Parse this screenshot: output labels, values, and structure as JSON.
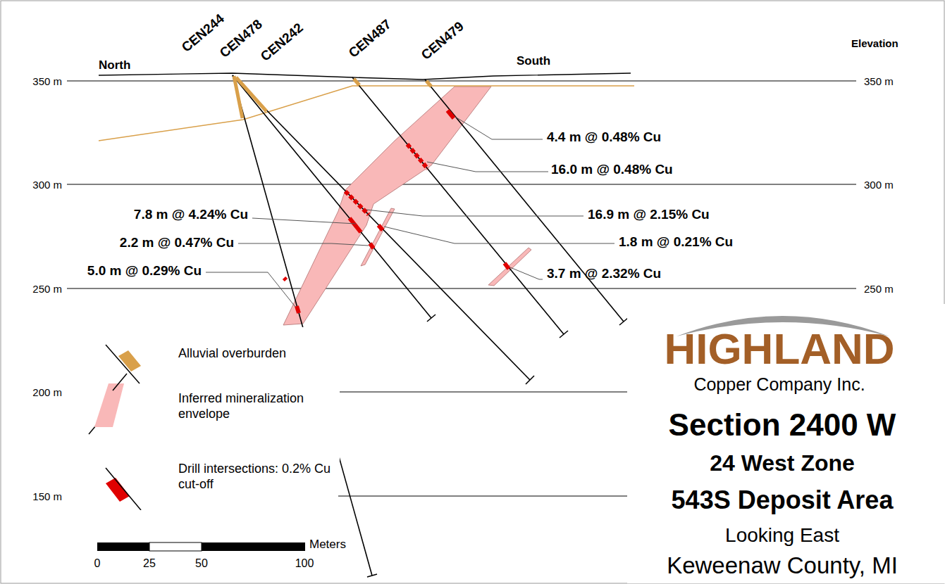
{
  "diagram": {
    "title": "Section 2400 W",
    "labels": [
      "CEN244",
      "CEN478",
      "CEN242",
      "CEN487",
      "CEN479",
      "North",
      "South",
      "Elevation",
      "350 m",
      "300 m",
      "250 m",
      "200 m",
      "150 m",
      "350 m",
      "300 m",
      "250 m",
      "4.4 m @ 0.48% Cu",
      "16.0 m @ 0.48% Cu",
      "16.9 m @ 2.15% Cu",
      "7.8 m @ 4.24% Cu",
      "1.8 m @ 0.21% Cu",
      "2.2 m @ 0.47% Cu",
      "3.7 m @ 2.32% Cu",
      "5.0 m @ 0.29% Cu",
      "Meters",
      "0",
      "25",
      "50",
      "100",
      "HIGHLAND",
      "Copper Company Inc.",
      "24 West Zone",
      "543S Deposit Area",
      "Looking East",
      "Keweenaw County, MI"
    ],
    "legend": [
      {
        "text": "Alluvial overburden",
        "color": "#d9a04a"
      },
      {
        "text": "Inferred mineralization envelope",
        "color": "#f9b8b8"
      },
      {
        "text": "Drill intersections: 0.2% Cu cut-off",
        "color": "#e00000"
      }
    ]
  }
}
